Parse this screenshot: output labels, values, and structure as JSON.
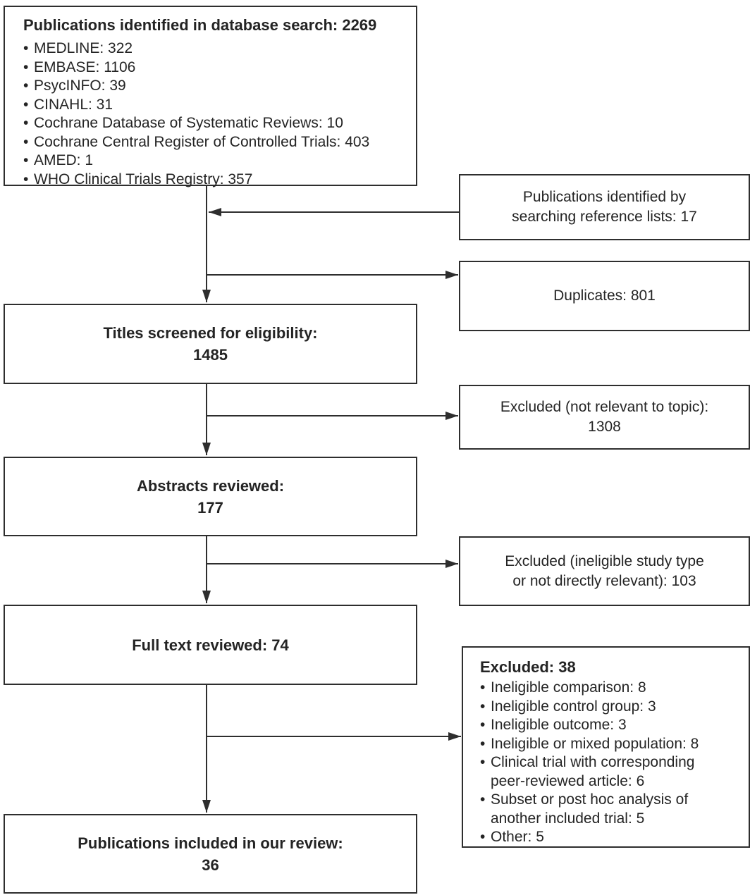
{
  "ui": {
    "bullet": "•"
  },
  "colors": {
    "line": "#2e2e2e",
    "text": "#242424",
    "background": "#ffffff"
  },
  "boxes": {
    "database": {
      "title": "Publications identified in database search: 2269",
      "items": [
        "MEDLINE: 322",
        "EMBASE: 1106",
        "PsycINFO: 39",
        "CINAHL: 31",
        "Cochrane Database of Systematic Reviews: 10",
        "Cochrane Central Register of Controlled Trials: 403",
        "AMED: 1",
        "WHO Clinical Trials Registry: 357"
      ]
    },
    "reference_lists": {
      "lines": [
        "Publications identified by",
        "searching reference lists: 17"
      ]
    },
    "duplicates": {
      "lines": [
        "Duplicates: 801"
      ]
    },
    "titles_screened": {
      "lines": [
        "Titles screened for eligibility:",
        "1485"
      ]
    },
    "excluded_titles": {
      "lines": [
        "Excluded (not relevant to topic):",
        "1308"
      ]
    },
    "abstracts": {
      "lines": [
        "Abstracts reviewed:",
        "177"
      ]
    },
    "excluded_abstracts": {
      "lines": [
        "Excluded (ineligible study type",
        "or not directly relevant): 103"
      ]
    },
    "full_text": {
      "lines": [
        "Full text reviewed: 74"
      ]
    },
    "excluded_full_text": {
      "title": "Excluded: 38",
      "items": [
        "Ineligible comparison: 8",
        "Ineligible control group: 3",
        "Ineligible outcome: 3",
        "Ineligible or mixed population: 8",
        "Clinical trial with corresponding\npeer-reviewed article: 6",
        "Subset or post hoc analysis of\nanother included trial: 5",
        "Other: 5"
      ]
    },
    "included": {
      "lines": [
        "Publications included in our review:",
        "36"
      ]
    }
  }
}
